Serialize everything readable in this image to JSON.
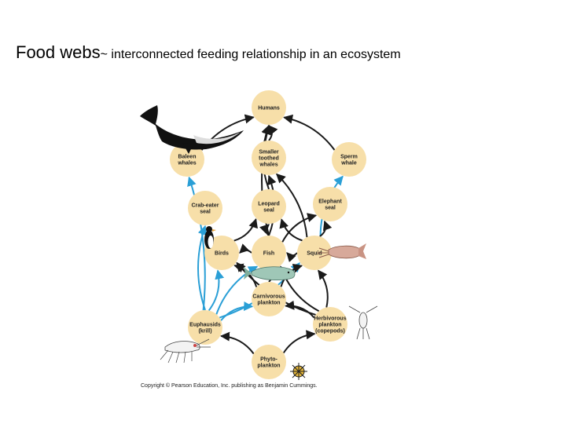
{
  "title": {
    "main": "Food webs",
    "sub": "~ interconnected feeding relationship in an ecosystem"
  },
  "nodes": [
    {
      "id": "humans",
      "lines": [
        "Humans"
      ]
    },
    {
      "id": "baleen",
      "lines": [
        "Baleen",
        "whales"
      ]
    },
    {
      "id": "toothed",
      "lines": [
        "Smaller",
        "toothed",
        "whales"
      ]
    },
    {
      "id": "sperm",
      "lines": [
        "Sperm",
        "whale"
      ]
    },
    {
      "id": "crabeater",
      "lines": [
        "Crab-eater",
        "seal"
      ]
    },
    {
      "id": "leopard",
      "lines": [
        "Leopard",
        "seal"
      ]
    },
    {
      "id": "elephant",
      "lines": [
        "Elephant",
        "seal"
      ]
    },
    {
      "id": "birds",
      "lines": [
        "Birds"
      ]
    },
    {
      "id": "fish",
      "lines": [
        "Fish"
      ]
    },
    {
      "id": "squid",
      "lines": [
        "Squid"
      ]
    },
    {
      "id": "carnivorous",
      "lines": [
        "Carnivorous",
        "plankton"
      ]
    },
    {
      "id": "euphausids",
      "lines": [
        "Euphausids",
        "(krill)"
      ]
    },
    {
      "id": "herbivorous",
      "lines": [
        "Herbivorous",
        "plankton",
        "(copepods)"
      ]
    },
    {
      "id": "phyto",
      "lines": [
        "Phyto-",
        "plankton"
      ]
    }
  ],
  "links": [
    {
      "from": "euphausids",
      "to": "baleen",
      "color": "blue"
    },
    {
      "from": "euphausids",
      "to": "crabeater",
      "color": "blue"
    },
    {
      "from": "euphausids",
      "to": "birds",
      "color": "blue"
    },
    {
      "from": "euphausids",
      "to": "fish",
      "color": "blue"
    },
    {
      "from": "euphausids",
      "to": "squid",
      "color": "blue"
    },
    {
      "from": "euphausids",
      "to": "carnivorous",
      "color": "blue"
    },
    {
      "from": "phyto",
      "to": "euphausids",
      "color": "black"
    },
    {
      "from": "phyto",
      "to": "herbivorous",
      "color": "black"
    },
    {
      "from": "herbivorous",
      "to": "carnivorous",
      "color": "black"
    },
    {
      "from": "herbivorous",
      "to": "fish",
      "color": "black"
    },
    {
      "from": "herbivorous",
      "to": "squid",
      "color": "black"
    },
    {
      "from": "herbivorous",
      "to": "birds",
      "color": "black"
    },
    {
      "from": "carnivorous",
      "to": "fish",
      "color": "black"
    },
    {
      "from": "carnivorous",
      "to": "squid",
      "color": "black"
    },
    {
      "from": "carnivorous",
      "to": "birds",
      "color": "black"
    },
    {
      "from": "fish",
      "to": "leopard",
      "color": "black"
    },
    {
      "from": "fish",
      "to": "toothed",
      "color": "black"
    },
    {
      "from": "fish",
      "to": "elephant",
      "color": "black"
    },
    {
      "from": "fish",
      "to": "birds",
      "color": "black"
    },
    {
      "from": "squid",
      "to": "sperm",
      "color": "blue"
    },
    {
      "from": "squid",
      "to": "elephant",
      "color": "black"
    },
    {
      "from": "squid",
      "to": "leopard",
      "color": "black"
    },
    {
      "from": "squid",
      "to": "toothed",
      "color": "black"
    },
    {
      "from": "squid",
      "to": "fish",
      "color": "black"
    },
    {
      "from": "birds",
      "to": "leopard",
      "color": "black"
    },
    {
      "from": "leopard",
      "to": "humans",
      "color": "black"
    },
    {
      "from": "toothed",
      "to": "humans",
      "color": "black"
    },
    {
      "from": "baleen",
      "to": "humans",
      "color": "black"
    },
    {
      "from": "sperm",
      "to": "humans",
      "color": "black"
    },
    {
      "from": "fish",
      "to": "humans",
      "color": "black"
    }
  ],
  "colors": {
    "node_fill": "#f7dfa9",
    "blue_arrow": "#2a9fd6",
    "black_arrow": "#1a1a1a"
  },
  "copyright": "Copyright © Pearson Education, Inc. publishing as Benjamin Cummings."
}
